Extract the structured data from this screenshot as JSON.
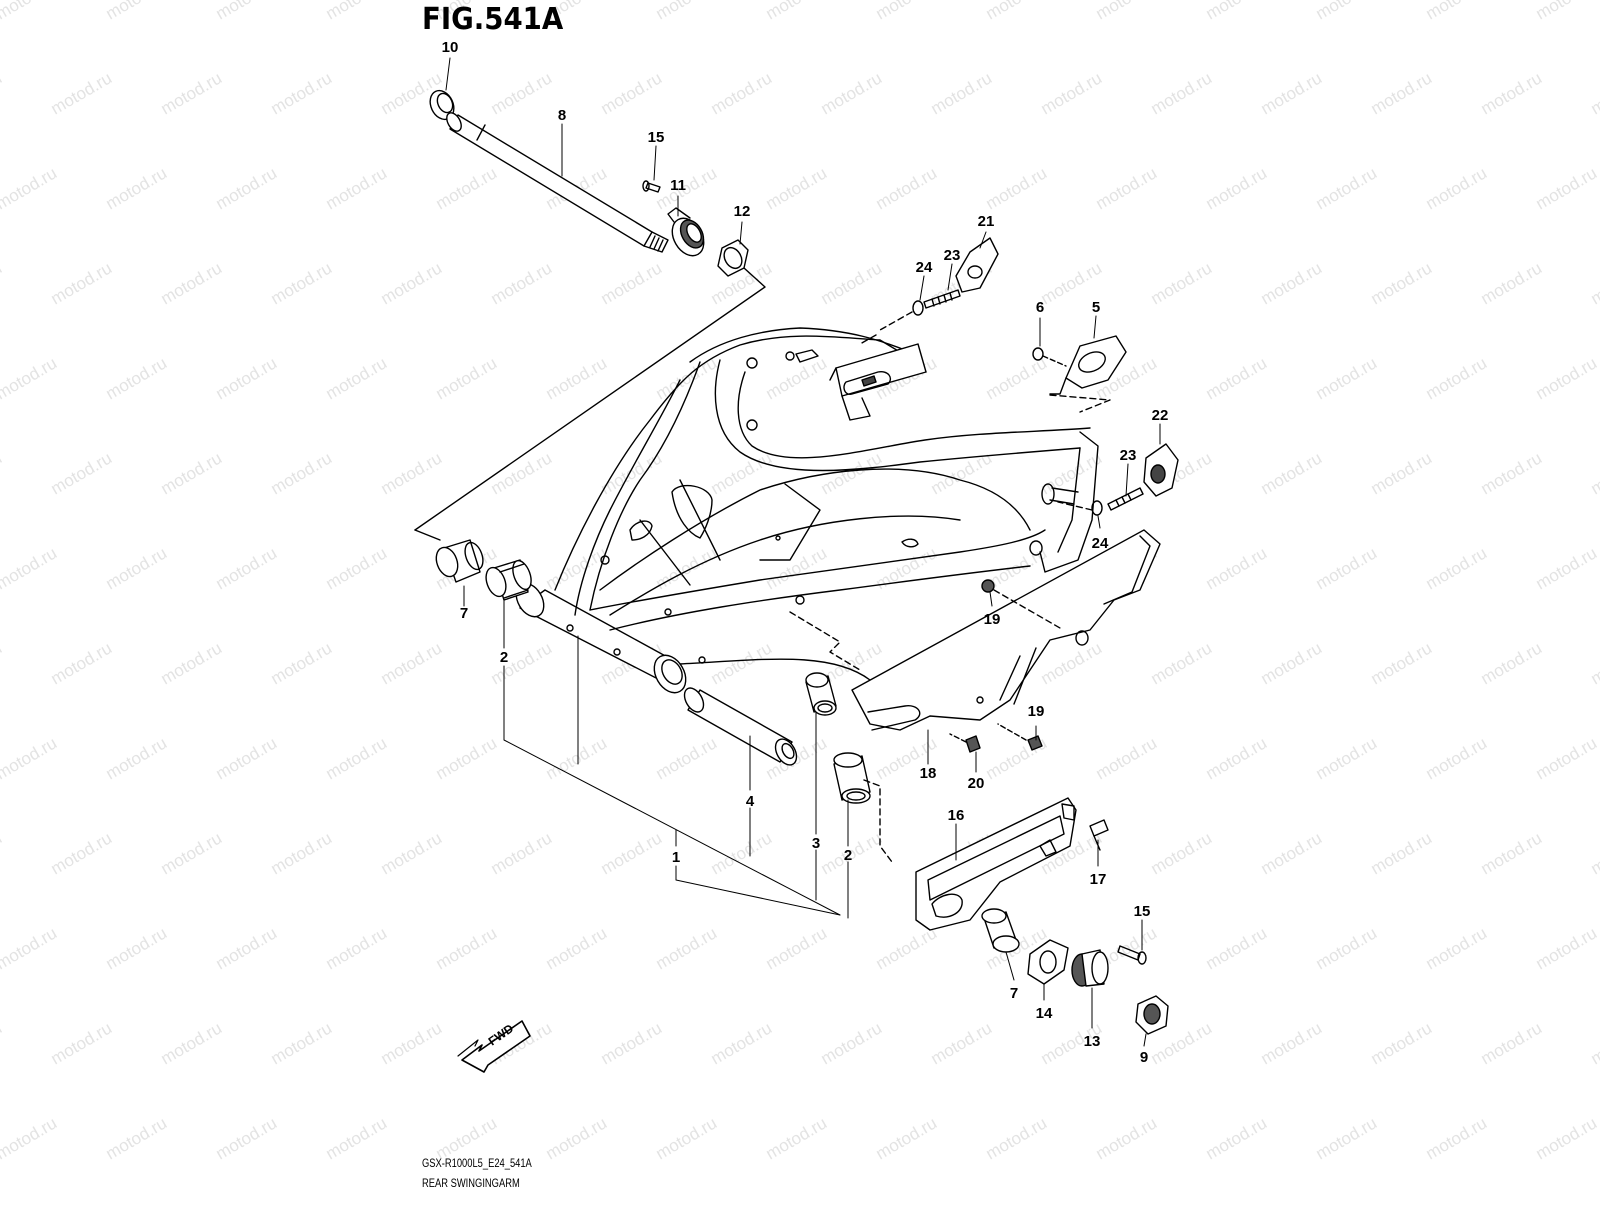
{
  "figure": {
    "title": "FIG.541A",
    "model_code": "GSX-R1000L5_E24_541A",
    "caption": "REAR SWINGINGARM",
    "watermark": "motod.ru",
    "fwd_label": "FWD"
  },
  "callouts": [
    "10",
    "8",
    "15",
    "11",
    "12",
    "21",
    "24",
    "23",
    "6",
    "5",
    "22",
    "23",
    "24",
    "19",
    "7",
    "2",
    "4",
    "3",
    "2",
    "1",
    "19",
    "18",
    "20",
    "16",
    "17",
    "15",
    "7",
    "14",
    "13",
    "9"
  ],
  "colors": {
    "ink": "#000000",
    "watermark": "#e3e3e3",
    "background": "#ffffff"
  }
}
